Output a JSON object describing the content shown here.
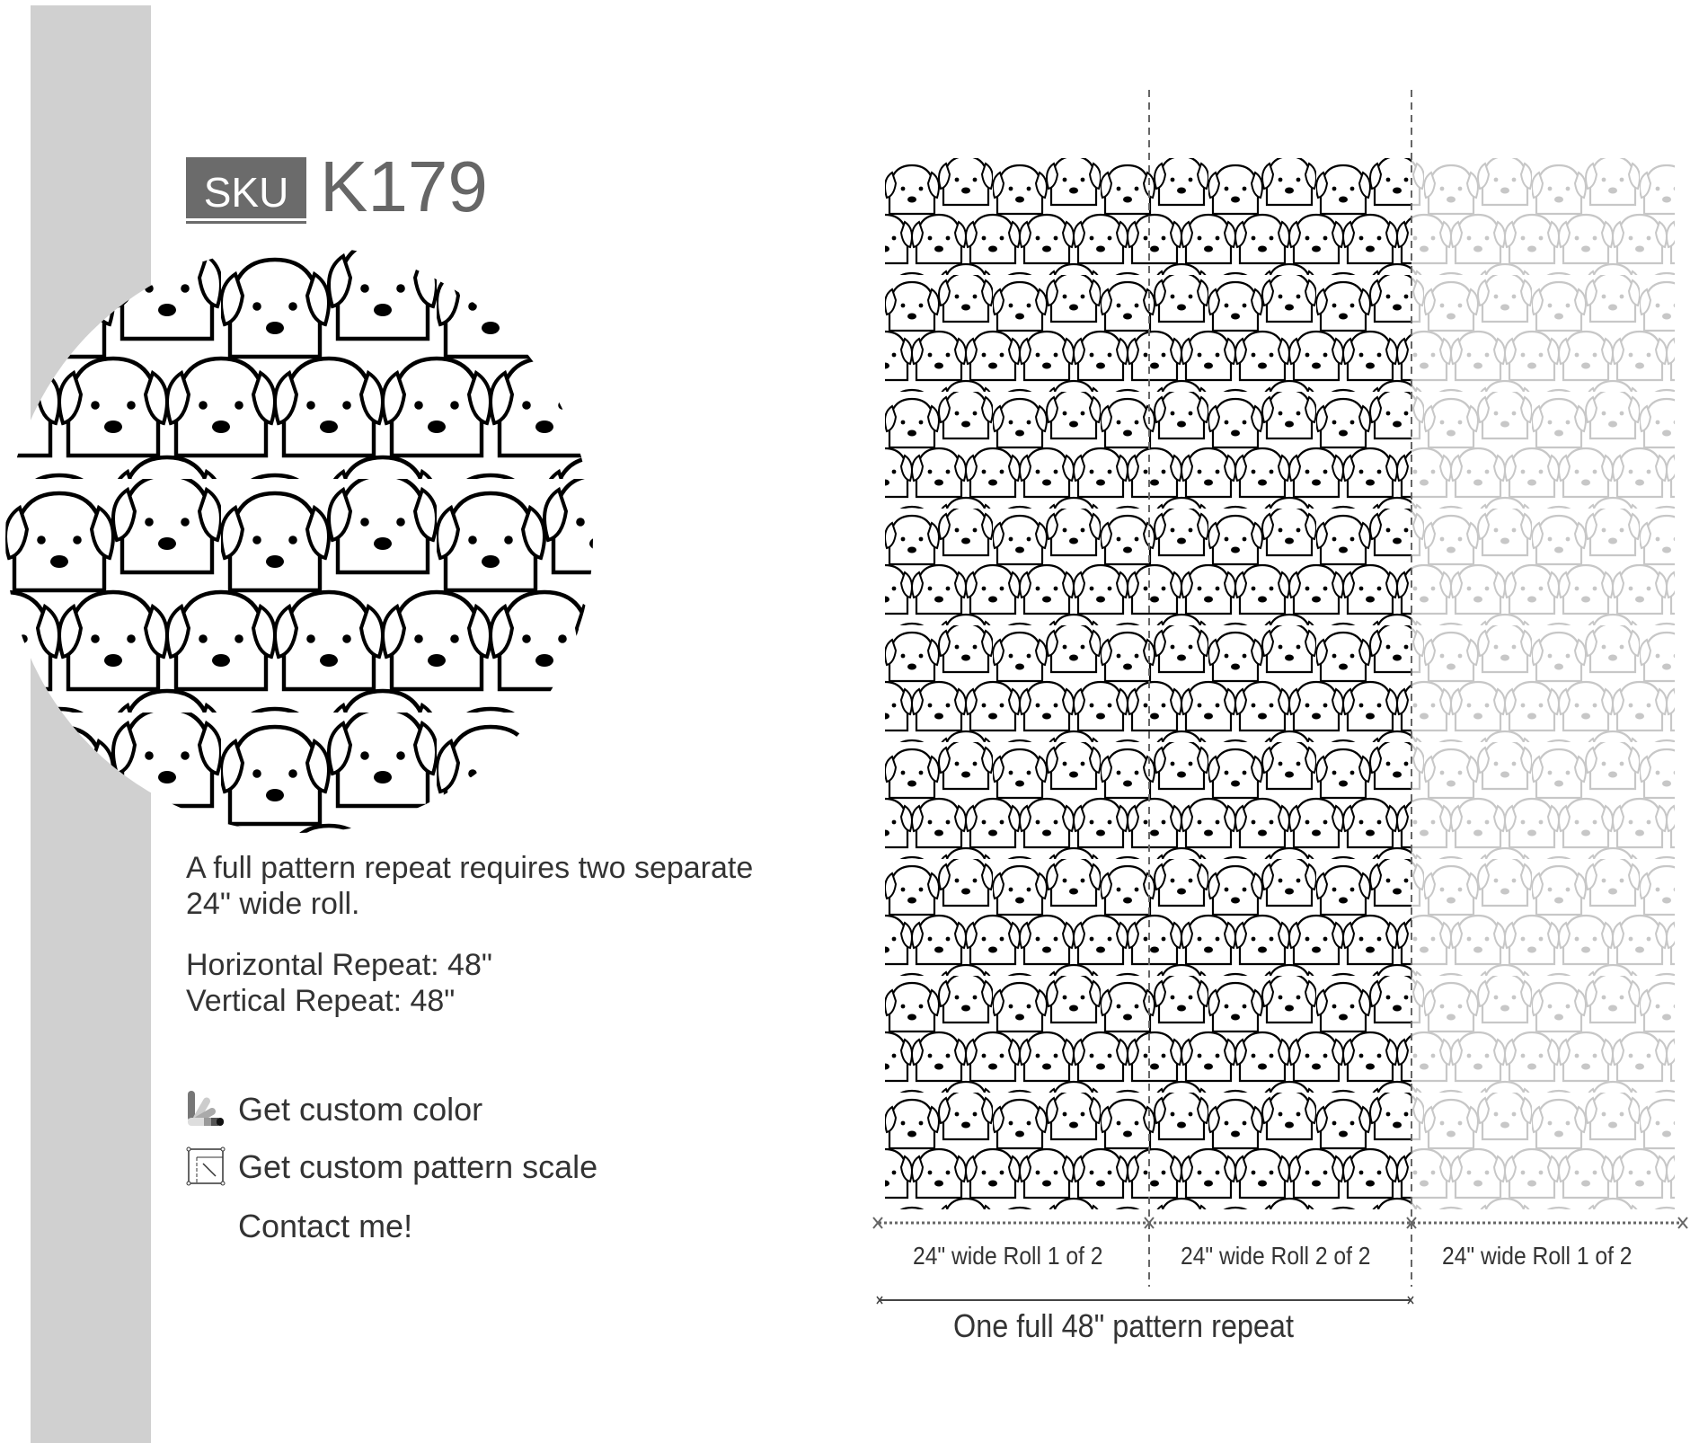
{
  "sku": {
    "label": "SKU",
    "code": "K179"
  },
  "description": {
    "line1": "A full pattern repeat requires two separate",
    "line2": "24\" wide roll.",
    "horizontal_repeat": "Horizontal Repeat: 48\"",
    "vertical_repeat": "Vertical Repeat: 48\""
  },
  "options": [
    {
      "label": "Get custom color",
      "icon": "color-swatch-icon"
    },
    {
      "label": "Get custom pattern scale",
      "icon": "scale-icon"
    },
    {
      "label": "Contact me!"
    }
  ],
  "rolls": [
    {
      "label": "24\" wide Roll 1 of 2"
    },
    {
      "label": "24\" wide Roll 2 of 2"
    },
    {
      "label": "24\" wide Roll 1 of 2"
    }
  ],
  "repeat_label": "One full 48\" pattern repeat",
  "colors": {
    "strip": "#d0d0d0",
    "sku_box": "#6b6b6b",
    "text": "#333333"
  }
}
